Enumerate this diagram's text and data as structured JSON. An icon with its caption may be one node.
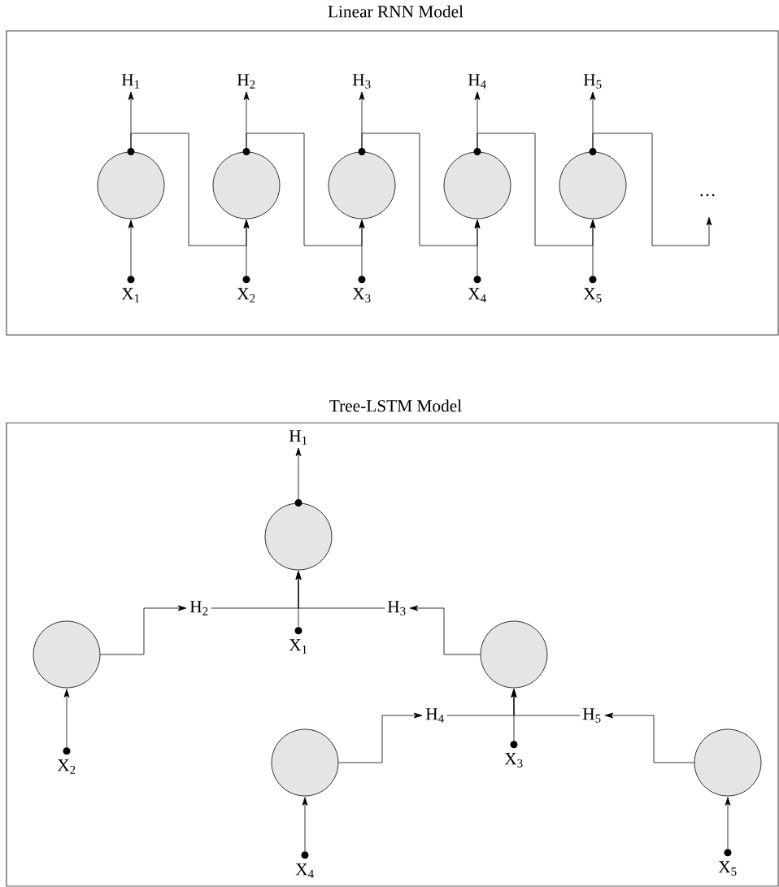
{
  "diagram": {
    "nodes": [
      {
        "text": [
          "Linear RNN Model"
        ]
      },
      {
        "text": [
          "H$_{1}$"
        ],
        "in": 0
      },
      {
        "text": [
          "H$_{2}$"
        ],
        "in": 0
      },
      {
        "text": [
          "H$_{3}$"
        ],
        "in": 0
      },
      {
        "text": [
          "H$_{4}$"
        ],
        "in": 0
      },
      {
        "text": [
          "H$_{5}$"
        ],
        "in": 0
      },
      {
        "text": [],
        "shape": "circle",
        "in": 0
      },
      {
        "text": [],
        "shape": "circle",
        "in": 0
      },
      {
        "text": [],
        "shape": "circle",
        "in": 0
      },
      {
        "text": [],
        "shape": "circle",
        "in": 0
      },
      {
        "text": [],
        "shape": "circle",
        "in": 0
      },
      {
        "text": [
          "…"
        ],
        "in": 0
      },
      {
        "text": [
          "X$_{1}$"
        ],
        "in": 0
      },
      {
        "text": [
          "X$_{2}$"
        ],
        "in": 0
      },
      {
        "text": [
          "X$_{3}$"
        ],
        "in": 0
      },
      {
        "text": [
          "X$_{4}$"
        ],
        "in": 0
      },
      {
        "text": [
          "X$_{5}$"
        ],
        "in": 0
      },
      {
        "text": [
          "Tree-LSTM Model"
        ]
      },
      {
        "text": [
          "H$_{1}$"
        ],
        "in": 17
      },
      {
        "text": [],
        "shape": "circle",
        "in": 17
      },
      {
        "text": [
          "H$_{2}$"
        ],
        "in": 17
      },
      {
        "text": [
          "H$_{3}$"
        ],
        "in": 17
      },
      {
        "text": [],
        "shape": "circle",
        "in": 17
      },
      {
        "text": [
          "X$_{1}$"
        ],
        "in": 17
      },
      {
        "text": [],
        "shape": "circle",
        "in": 17
      },
      {
        "text": [
          "H$_{4}$"
        ],
        "in": 17
      },
      {
        "text": [
          "H$_{5}$"
        ],
        "in": 17
      },
      {
        "text": [
          "X$_{3}$"
        ],
        "in": 17
      },
      {
        "text": [
          "X$_{2}$"
        ],
        "in": 17
      },
      {
        "text": [],
        "shape": "circle",
        "in": 17
      },
      {
        "text": [],
        "shape": "circle",
        "in": 17
      },
      {
        "text": [
          "X$_{4}$"
        ],
        "in": 17
      },
      {
        "text": [
          "X$_{5}$"
        ],
        "in": 17
      }
    ],
    "edges": [
      {
        "from": 12,
        "to": 6,
        "arrow": "to"
      },
      {
        "from": 13,
        "to": 7,
        "arrow": "to"
      },
      {
        "from": 14,
        "to": 8,
        "arrow": "to"
      },
      {
        "from": 15,
        "to": 9,
        "arrow": "to"
      },
      {
        "from": 16,
        "to": 10,
        "arrow": "to"
      },
      {
        "from": 6,
        "to": 1,
        "arrow": "to"
      },
      {
        "from": 7,
        "to": 2,
        "arrow": "to"
      },
      {
        "from": 8,
        "to": 3,
        "arrow": "to"
      },
      {
        "from": 9,
        "to": 4,
        "arrow": "to"
      },
      {
        "from": 10,
        "to": 5,
        "arrow": "to"
      },
      {
        "from": 6,
        "to": 7,
        "arrow": "to"
      },
      {
        "from": 7,
        "to": 8,
        "arrow": "to"
      },
      {
        "from": 8,
        "to": 9,
        "arrow": "to"
      },
      {
        "from": 9,
        "to": 10,
        "arrow": "to"
      },
      {
        "from": 10,
        "to": 11,
        "arrow": "to"
      },
      {
        "from": 23,
        "to": 19,
        "arrow": "to"
      },
      {
        "from": 19,
        "to": 18,
        "arrow": "to"
      },
      {
        "from": 22,
        "to": 20,
        "arrow": "to"
      },
      {
        "from": 20,
        "to": 19,
        "arrow": "to"
      },
      {
        "from": 24,
        "to": 21,
        "arrow": "to"
      },
      {
        "from": 21,
        "to": 19,
        "arrow": "to"
      },
      {
        "from": 28,
        "to": 22,
        "arrow": "to"
      },
      {
        "from": 27,
        "to": 24,
        "arrow": "to"
      },
      {
        "from": 29,
        "to": 25,
        "arrow": "to"
      },
      {
        "from": 25,
        "to": 24,
        "arrow": "to"
      },
      {
        "from": 30,
        "to": 26,
        "arrow": "to"
      },
      {
        "from": 26,
        "to": 24,
        "arrow": "to"
      },
      {
        "from": 31,
        "to": 29,
        "arrow": "to"
      },
      {
        "from": 32,
        "to": 30,
        "arrow": "to"
      }
    ]
  }
}
